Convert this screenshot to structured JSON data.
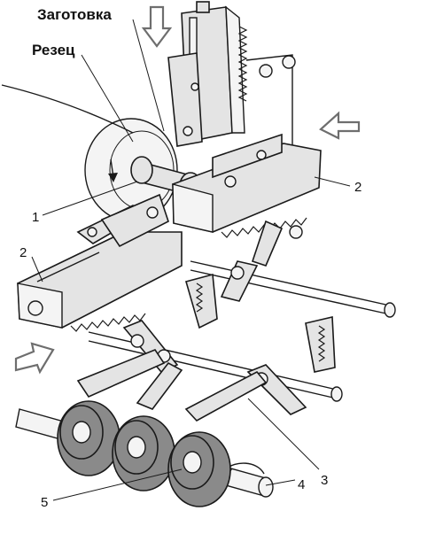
{
  "labels": {
    "workpiece": "Заготовка",
    "cutter": "Резец",
    "n1": "1",
    "n2_left": "2",
    "n2_right": "2",
    "n3": "3",
    "n4": "4",
    "n5": "5"
  },
  "colors": {
    "ink": "#1a1a1a",
    "cam": "#8a8a8a",
    "arrow": "#6e6e6e"
  }
}
